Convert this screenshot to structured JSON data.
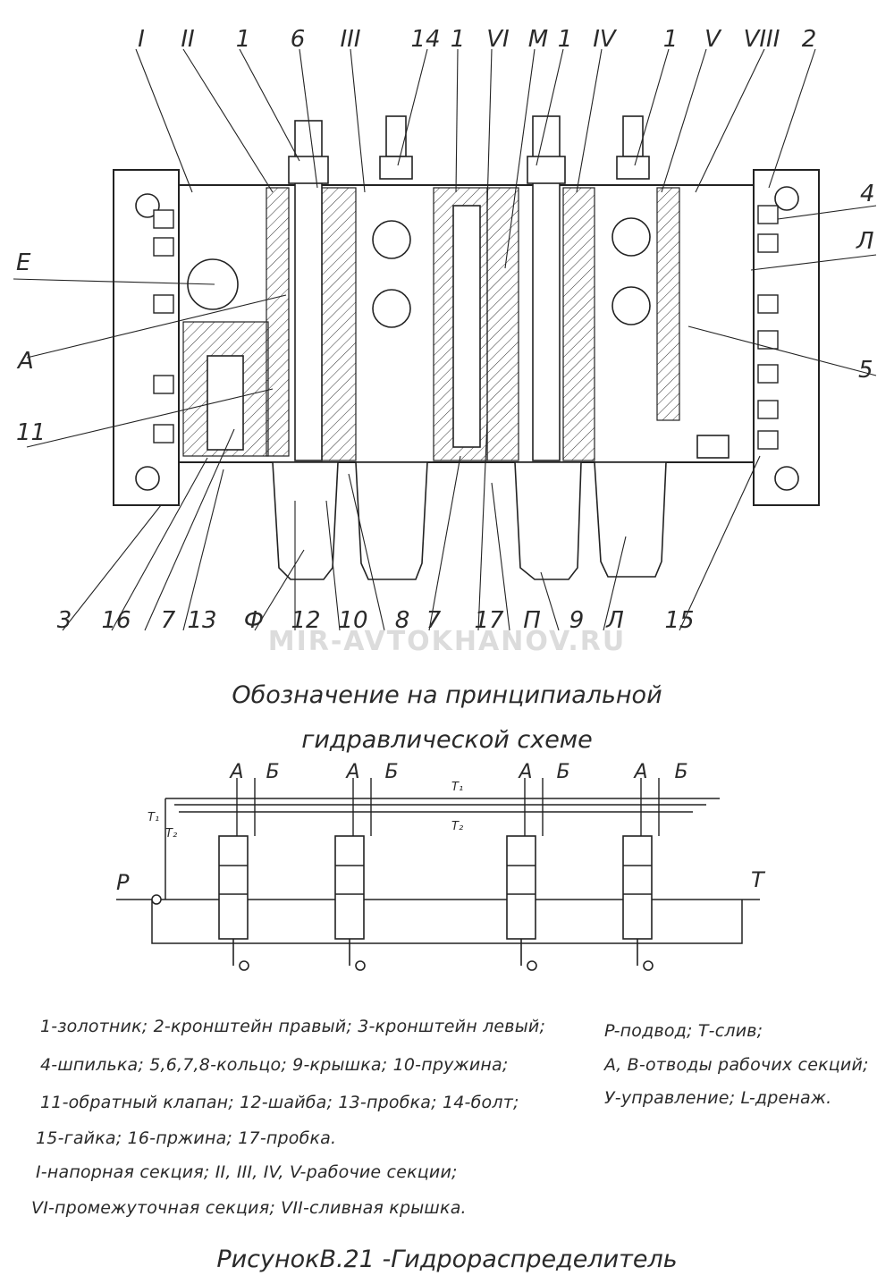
{
  "drawing": {
    "top_callouts": [
      "I",
      "II",
      "1",
      "6",
      "III",
      "14",
      "1",
      "VI",
      "M",
      "1",
      "IV",
      "1",
      "V",
      "VIII",
      "2"
    ],
    "bottom_callouts": [
      "3",
      "16",
      "7",
      "13",
      "Ф",
      "12",
      "10",
      "8",
      "7",
      "17",
      "П",
      "9",
      "Л",
      "15"
    ],
    "side_callouts": {
      "E": "E",
      "A": "A",
      "eleven": "11",
      "four": "4",
      "L": "Л",
      "five": "5"
    }
  },
  "watermark": "MIR-AVTOKHANOV.RU",
  "schematic": {
    "title_line1": "Обозначение на принципиальной",
    "title_line2": "гидравлической схеме",
    "port_labels": [
      "А",
      "Б",
      "А",
      "Б",
      "А",
      "Б",
      "А",
      "Б"
    ],
    "P": "P",
    "T": "T",
    "T1a": "T₁",
    "T2a": "T₂",
    "T1b": "T₁",
    "T2b": "T₂"
  },
  "legend_left": [
    "1-золотник; 2-кронштейн правый; 3-кронштейн левый;",
    "4-шпилька; 5,6,7,8-кольцо; 9-крышка; 10-пружина;",
    "11-обратный клапан; 12-шайба; 13-пробка; 14-болт;",
    "15-гайка; 16-пржина; 17-пробка.",
    "I-напорная секция; II, III, IV, V-рабочие секции;",
    "VI-промежуточная секция; VII-сливная крышка."
  ],
  "legend_right": [
    "P-подвод; Т-слив;",
    "А, В-отводы рабочих секций;",
    "У-управление; L-дренаж."
  ],
  "figure_caption": "РисунокВ.21 -Гидрораспределитель"
}
